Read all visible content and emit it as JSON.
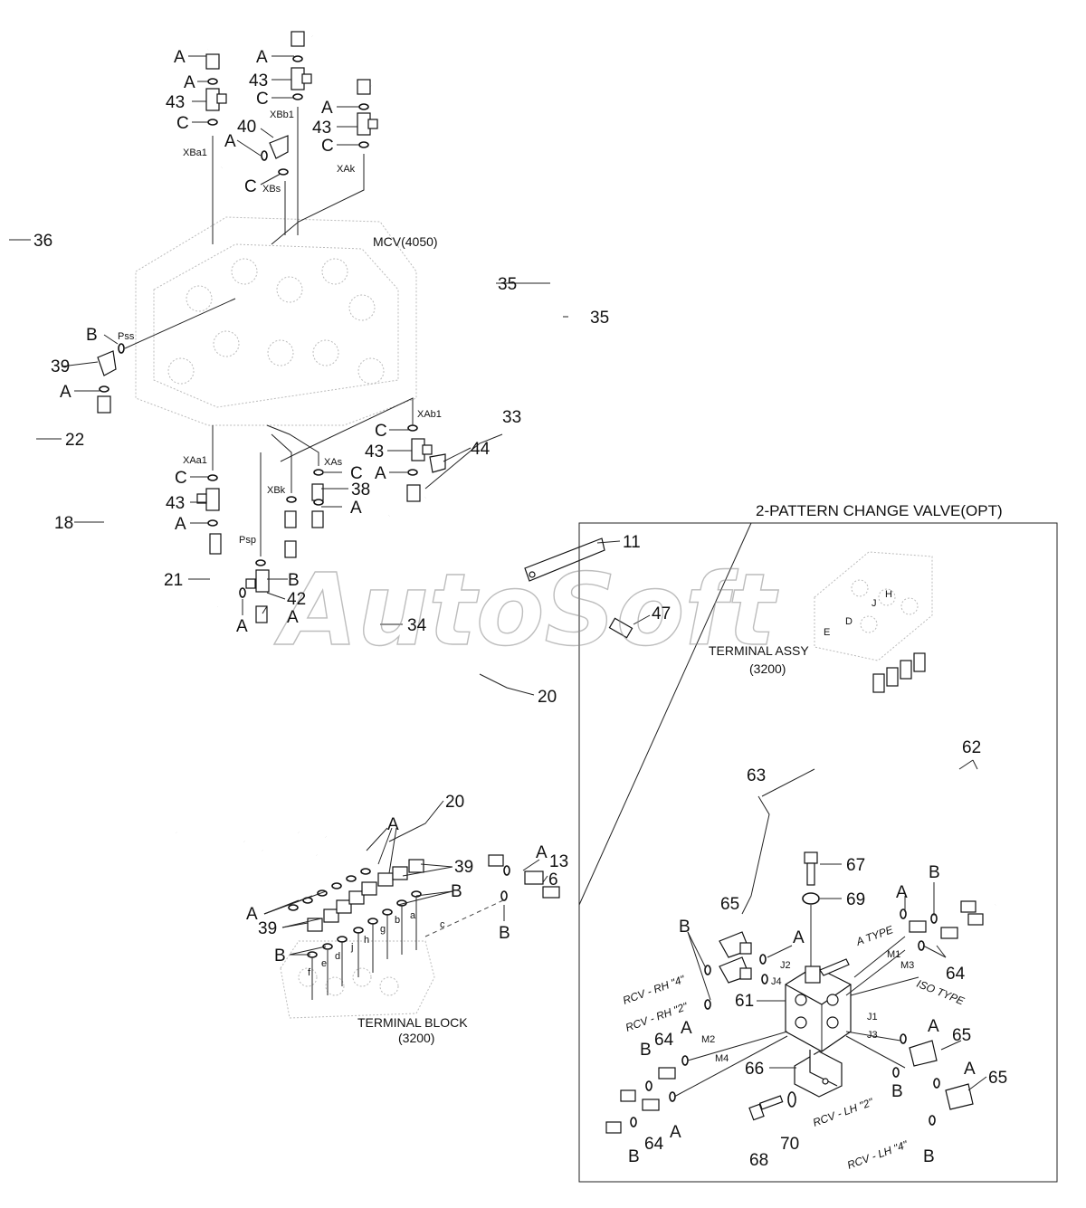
{
  "watermark": "AutoSoft",
  "captions": {
    "mcv": "MCV(4050)",
    "terminal_assy": "TERMINAL ASSY",
    "terminal_assy_code": "(3200)",
    "terminal_block": "TERMINAL BLOCK",
    "terminal_block_code": "(3200)",
    "option_box_title": "2-PATTERN CHANGE VALVE(OPT)",
    "a_type": "A TYPE",
    "iso_type": "ISO TYPE"
  },
  "port_labels": {
    "XBb1": "XBb1",
    "XBa1": "XBa1",
    "XBs": "XBs",
    "XAk": "XAk",
    "Pss": "Pss",
    "XAb1": "XAb1",
    "XAa1": "XAa1",
    "XAs": "XAs",
    "XBk": "XBk",
    "Psp": "Psp",
    "H": "H",
    "J": "J",
    "D": "D",
    "E": "E",
    "J1": "J1",
    "J2": "J2",
    "J3": "J3",
    "J4": "J4",
    "M1": "M1",
    "M2": "M2",
    "M3": "M3",
    "M4": "M4",
    "a": "a",
    "b": "b",
    "c": "c",
    "d": "d",
    "e": "e",
    "f": "f",
    "g": "g",
    "h": "h",
    "j": "j"
  },
  "rcv_labels": {
    "rh4": "RCV - RH \"4\"",
    "rh2": "RCV - RH \"2\"",
    "lh2": "RCV - LH \"2\"",
    "lh4": "RCV - LH \"4\""
  },
  "part_numbers": {
    "p6": "6",
    "p11": "11",
    "p13": "13",
    "p18": "18",
    "p20": "20",
    "p21": "21",
    "p22": "22",
    "p33": "33",
    "p34": "34",
    "p35": "35",
    "p36": "36",
    "p38": "38",
    "p39": "39",
    "p40": "40",
    "p42": "42",
    "p43": "43",
    "p44": "44",
    "p47": "47",
    "p61": "61",
    "p62": "62",
    "p63": "63",
    "p64": "64",
    "p65": "65",
    "p66": "66",
    "p67": "67",
    "p68": "68",
    "p69": "69",
    "p70": "70"
  },
  "oring_letters": {
    "A": "A",
    "B": "B",
    "C": "C"
  }
}
